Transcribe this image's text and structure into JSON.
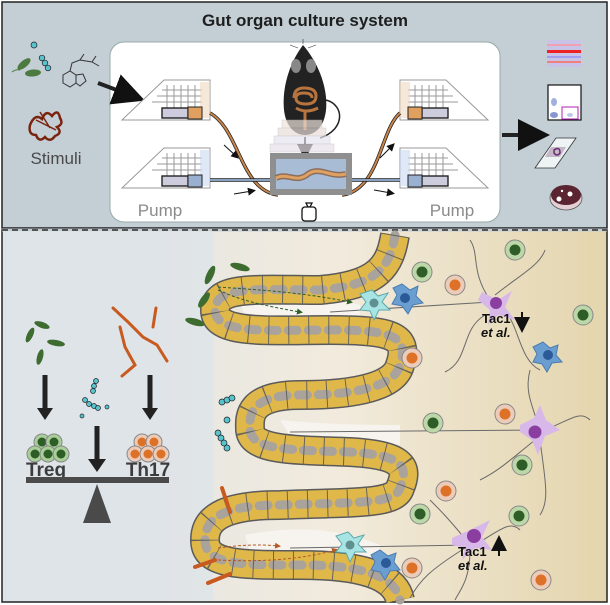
{
  "top_panel": {
    "title": "Gut organ culture system",
    "stimuli_label": "Stimuli",
    "pump_left_label": "Pump",
    "pump_right_label": "Pump",
    "icons": [
      "bacteria-icon",
      "microbe-chain-icon",
      "small-molecule-icon",
      "protein-icon",
      "mouse-icon",
      "intestine-icon",
      "syringe-pump-icon",
      "culture-chamber-icon",
      "weight-icon",
      "heatmap-icon",
      "flow-cytometry-icon",
      "histology-slide-icon",
      "petri-dish-icon"
    ],
    "outputs": [
      "heatmap",
      "flow-cytometry-plot",
      "histology-slide",
      "petri-dish"
    ]
  },
  "bottom_panel": {
    "balance": {
      "left_label": "Treg",
      "right_label": "Th17"
    },
    "neuron_top": {
      "gene_label": "Tac1",
      "direction": "down",
      "etal_label": "et al."
    },
    "neuron_bottom": {
      "gene_label": "Tac1",
      "direction": "up",
      "etal_label": "et al."
    }
  },
  "colors": {
    "top_bg": "#c3ced5",
    "bottom_bg": "#dde3e8",
    "lamina_bg": "#e8dcbc",
    "epithelium": "#e0b84a",
    "nucleus": "#a9a39b",
    "treg_green": "#3d6b30",
    "th17_orange": "#dd7127",
    "neuron_purple": "#d8b8e8",
    "dendritic_blue": "#6a9ed0",
    "teal_microbe": "#58c3cf"
  }
}
